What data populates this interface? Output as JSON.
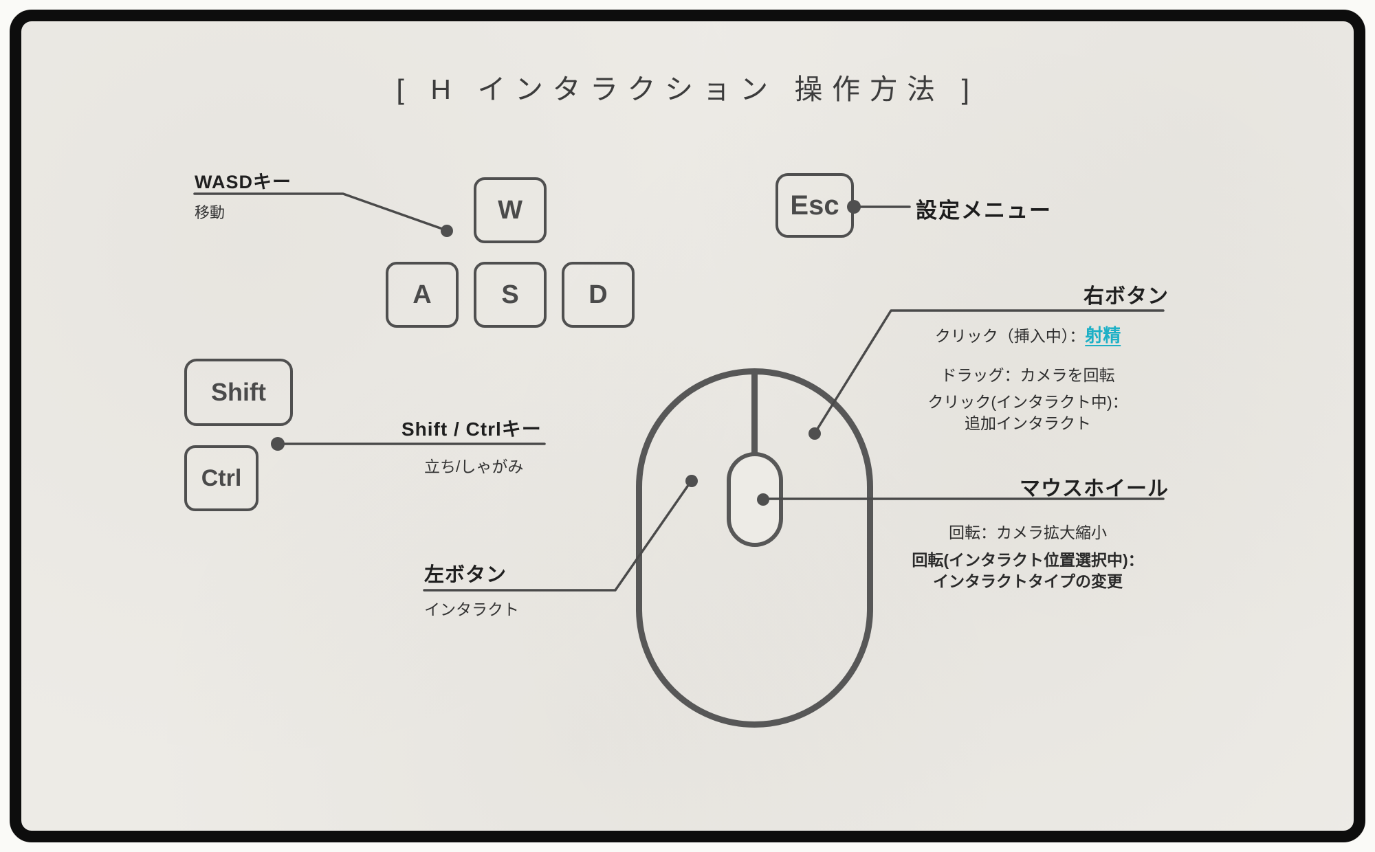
{
  "title": "[ H インタラクション 操作方法 ]",
  "keyboard": {
    "wasd": {
      "label": "WASDキー",
      "description": "移動",
      "keys": {
        "w": "W",
        "a": "A",
        "s": "S",
        "d": "D"
      }
    },
    "esc": {
      "key": "Esc",
      "label": "設定メニュー"
    },
    "shift_ctrl": {
      "key_shift": "Shift",
      "key_ctrl": "Ctrl",
      "label": "Shift / Ctrlキー",
      "description": "立ち/しゃがみ"
    }
  },
  "mouse": {
    "right_button": {
      "label": "右ボタン",
      "line1_prefix": "クリック（挿入中）：",
      "line1_highlight": "射精",
      "line2": "ドラッグ：カメラを回転",
      "line3a": "クリック(インタラクト中)：",
      "line3b": "追加インタラクト"
    },
    "wheel": {
      "label": "マウスホイール",
      "line1": "回転：カメラ拡大縮小",
      "line2a": "回転(インタラクト位置選択中)：",
      "line2b": "インタラクトタイプの変更"
    },
    "left_button": {
      "label": "左ボタン",
      "description": "インタラクト"
    }
  },
  "colors": {
    "highlight": "#1db0c6",
    "ink": "#4f4f4f",
    "mouse": "#575757",
    "paper": "#edebe6"
  }
}
